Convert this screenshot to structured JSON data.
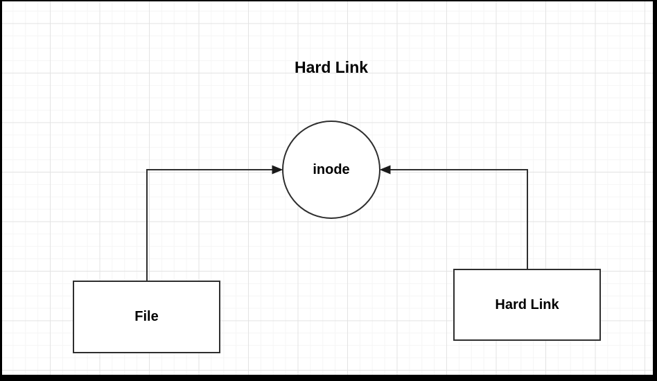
{
  "diagram": {
    "title": "Hard Link",
    "nodes": [
      {
        "id": "inode",
        "label": "inode",
        "shape": "circle"
      },
      {
        "id": "file",
        "label": "File",
        "shape": "rectangle"
      },
      {
        "id": "hard-link",
        "label": "Hard Link",
        "shape": "rectangle"
      }
    ],
    "edges": [
      {
        "from": "file",
        "to": "inode",
        "style": "elbow-arrow"
      },
      {
        "from": "hard-link",
        "to": "inode",
        "style": "elbow-arrow"
      }
    ],
    "colors": {
      "background": "#ffffff",
      "grid_minor": "#f5f5f5",
      "grid_major": "#e3e3e3",
      "shape_stroke": "#2e2e2e",
      "shape_fill": "#ffffff",
      "text": "#000000",
      "frame": "#000000"
    }
  }
}
